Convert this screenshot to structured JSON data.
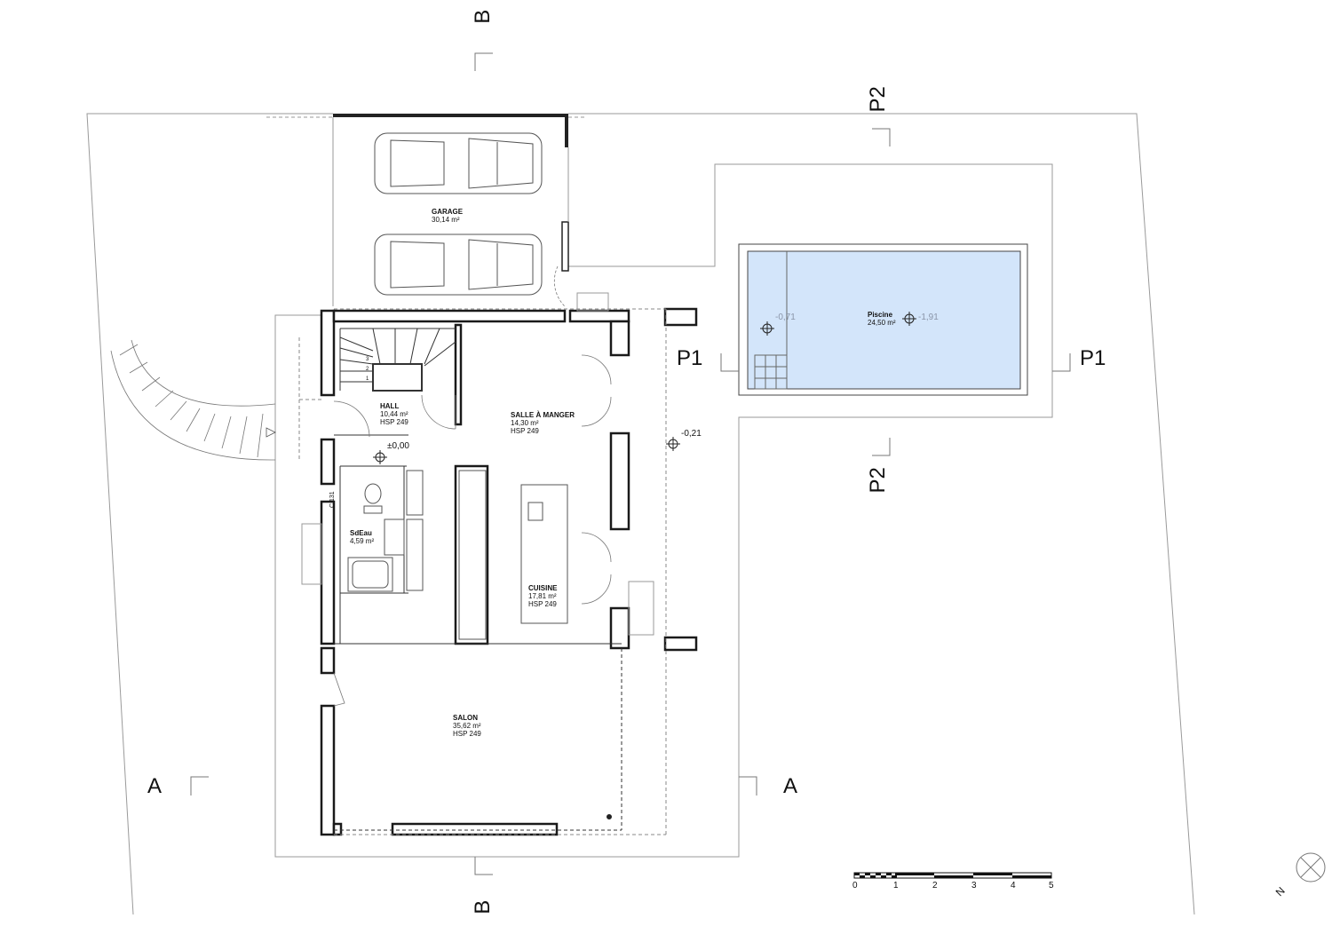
{
  "sections": {
    "b_top": "B",
    "b_bottom": "B",
    "p2_top": "P2",
    "p2_bottom": "P2",
    "p1_left": "P1",
    "p1_right": "P1",
    "a_left": "A",
    "a_right": "A"
  },
  "rooms": {
    "garage": {
      "name": "GARAGE",
      "area": "30,14 m²"
    },
    "hall": {
      "name": "HALL",
      "area": "10,44 m²",
      "hsp": "HSP 249"
    },
    "salle": {
      "name": "SALLE À MANGER",
      "area": "14,30 m²",
      "hsp": "HSP 249"
    },
    "sdeau": {
      "name": "SdEau",
      "area": "4,59 m²"
    },
    "cuisine": {
      "name": "CUISINE",
      "area": "17,81 m²",
      "hsp": "HSP 249"
    },
    "salon": {
      "name": "SALON",
      "area": "35,62 m²",
      "hsp": "HSP 249"
    },
    "piscine": {
      "name": "Piscine",
      "area": "24,50 m²"
    }
  },
  "levels": {
    "hall": "±0,00",
    "terrace": "-0,21",
    "pool_left": "-0,71",
    "pool_right": "-1,91"
  },
  "stair_steps": [
    "3",
    "2",
    "1"
  ],
  "wall_note": "C 131",
  "scale_bar": {
    "ticks": [
      "0",
      "1",
      "2",
      "3",
      "4",
      "5"
    ]
  },
  "north": {
    "label": "N"
  },
  "colors": {
    "pool_fill": "#d3e5fa",
    "line": "#1a1a1a",
    "light_line": "#9a9a9a"
  }
}
